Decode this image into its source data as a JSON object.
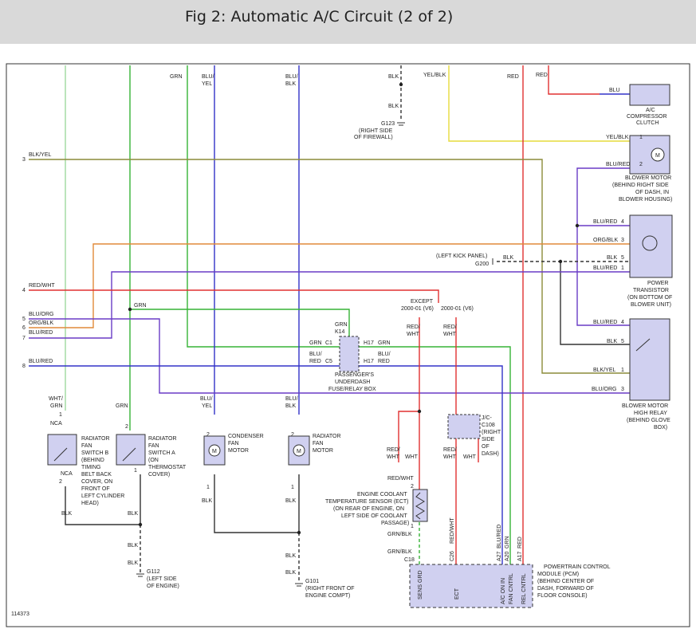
{
  "header": {
    "title": "Fig 2: Automatic A/C Circuit (2 of 2)"
  },
  "colors": {
    "green": "#36b436",
    "blue": "#3232c8",
    "violet": "#6a3cc6",
    "red": "#e03030",
    "yellow": "#e6dc3c",
    "olive": "#8c8c3a",
    "orange": "#e08a3a",
    "black": "#333333",
    "component_fill": "#d0d0f0"
  },
  "labels": {
    "grn_top": "GRN",
    "blu_yel_top_1": "BLU/",
    "blu_yel_top_2": "YEL",
    "blu_blk_top_1": "BLU/",
    "blu_blk_top_2": "BLK",
    "blk_g123_a": "BLK",
    "blk_g123_b": "BLK",
    "g123": "G123",
    "g123_loc_1": "(RIGHT SIDE",
    "g123_loc_2": "OF FIREWALL)",
    "yel_blk_top": "YEL/BLK",
    "red_top_1": "RED",
    "red_top_2": "RED",
    "blu_clutch": "BLU",
    "clutch_1": "A/C",
    "clutch_2": "COMPRESSOR",
    "clutch_3": "CLUTCH",
    "blk_yel_3": "BLK/YEL",
    "yel_blk_bm": "YEL/BLK",
    "blu_red_bm": "BLU/RED",
    "bm_1": "BLOWER MOTOR",
    "bm_2": "(BEHIND RIGHT SIDE",
    "bm_3": "OF DASH, IN",
    "bm_4": "BLOWER HOUSING)",
    "pt_blu_red_4": "BLU/RED",
    "pt_org_blk_3": "ORG/BLK",
    "pt_blk_5": "BLK",
    "pt_blu_red_1": "BLU/RED",
    "left_kick": "(LEFT KICK PANEL)",
    "g200": "G200",
    "blk_g200": "BLK",
    "pt_1": "POWER",
    "pt_2": "TRANSISTOR",
    "pt_3": "(ON BOTTOM OF",
    "pt_4": "BLOWER UNIT)",
    "red_wht_4": "RED/WHT",
    "grn_mid": "GRN",
    "except_1": "EXCEPT",
    "except_2": "2000-01 (V6)",
    "v6": "2000-01 (V6)",
    "blu_org_5": "BLU/ORG",
    "org_blk_6": "ORG/BLK",
    "blu_red_7": "BLU/RED",
    "blu_red_8": "BLU/RED",
    "grn_k14": "GRN",
    "k14": "K14",
    "red_wht_l_1": "RED/",
    "red_wht_l_2": "WHT",
    "red_wht_r_1": "RED/",
    "red_wht_r_2": "WHT",
    "grn_c1": "GRN",
    "c1": "C1",
    "h17": "H17",
    "grn_h17": "GRN",
    "blu_c5_1": "BLU/",
    "blu_c5_2": "RED",
    "c5": "C5",
    "h17b": "H17",
    "blu_h17_1": "BLU/",
    "blu_h17_2": "RED",
    "fb_1": "PASSENGER'S",
    "fb_2": "UNDERDASH",
    "fb_3": "FUSE/RELAY BOX",
    "hr_blu_red_4": "BLU/RED",
    "hr_blk_5": "BLK",
    "hr_blk_yel_1": "BLK/YEL",
    "hr_blu_org_3": "BLU/ORG",
    "hr_1": "BLOWER MOTOR",
    "hr_2": "HIGH RELAY",
    "hr_3": "(BEHIND GLOVE",
    "hr_4": "BOX)",
    "wht_grn_1": "WHT/",
    "wht_grn_2": "GRN",
    "nca_top": "NCA",
    "nca_bot": "NCA",
    "rfb_1": "RADIATOR",
    "rfb_2": "FAN",
    "rfb_3": "SWITCH B",
    "rfb_4": "(BEHIND",
    "rfb_5": "TIMING",
    "rfb_6": "BELT BACK",
    "rfb_7": "COVER, ON",
    "rfb_8": "FRONT OF",
    "rfb_9": "LEFT CYLINDER",
    "rfb_10": "HEAD)",
    "grn_rfa": "GRN",
    "rfa_1": "RADIATOR",
    "rfa_2": "FAN",
    "rfa_3": "SWITCH A",
    "rfa_4": "(ON",
    "rfa_5": "THERMOSTAT",
    "rfa_6": "COVER)",
    "blu_yel_cf_1": "BLU/",
    "blu_yel_cf_2": "YEL",
    "cf_1": "CONDENSER",
    "cf_2": "FAN",
    "cf_3": "MOTOR",
    "blu_blk_rf_1": "BLU/",
    "blu_blk_rf_2": "BLK",
    "rf_1": "RADIATOR",
    "rf_2": "FAN",
    "rf_3": "MOTOR",
    "blk_a": "BLK",
    "blk_b": "BLK",
    "blk_c": "BLK",
    "blk_d": "BLK",
    "blk_e": "BLK",
    "blk_f": "BLK",
    "blk_g": "BLK",
    "blk_h": "BLK",
    "g112": "G112",
    "g112_1": "(LEFT SIDE",
    "g112_2": "OF ENGINE)",
    "g101": "G101",
    "g101_1": "(RIGHT FRONT OF",
    "g101_2": "ENGINE COMPT)",
    "jc_1": "J/C-",
    "jc_2": "C108",
    "jc_3": "(RIGHT",
    "jc_4": "SIDE",
    "jc_5": "OF",
    "jc_6": "DASH)",
    "rw_a1": "RED/",
    "rw_a2": "WHT",
    "rw_b": "WHT",
    "rw_c1": "RED/",
    "rw_c2": "WHT",
    "rw_d": "WHT",
    "red_wht_ect": "RED/WHT",
    "ect_1": "ENGINE COOLANT",
    "ect_2": "TEMPERATURE SENSOR (ECT)",
    "ect_3": "(ON REAR OF ENGINE, ON",
    "ect_4": "LEFT SIDE OF COOLANT",
    "ect_5": "PASSAGE)",
    "grn_blk_1": "GRN/BLK",
    "grn_blk_2": "GRN/BLK",
    "c18": "C18",
    "c26": "C26",
    "red_wht_c26": "RED/WHT",
    "a27": "A27",
    "a20": "A20",
    "a17": "A17",
    "blu_red_pcm": "BLU/RED",
    "grn_pcm": "GRN",
    "red_pcm": "RED",
    "sens_grd": "SENS GRD",
    "ect_pin": "ECT",
    "ac_on": "A/C ON IN",
    "fan_cntrl": "FAN CNTRL",
    "rel_cntrl": "REL CNTRL",
    "pcm_1": "POWERTRAIN CONTROL",
    "pcm_2": "MODULE (PCM)",
    "pcm_3": "(BEHIND CENTER OF",
    "pcm_4": "DASH, FORWARD OF",
    "pcm_5": "FLOOR CONSOLE)",
    "figure_id": "114373"
  },
  "pins": {
    "p3": "3",
    "p4": "4",
    "p5": "5",
    "p6": "6",
    "p7": "7",
    "p8": "8",
    "bm1": "1",
    "bm2": "2",
    "pt4": "4",
    "pt3": "3",
    "pt5": "5",
    "pt1": "1",
    "hr4": "4",
    "hr5": "5",
    "hr1": "1",
    "hr3": "3",
    "rfb1": "1",
    "rfb2": "2",
    "rfa2": "2",
    "rfa1": "1",
    "cf2": "2",
    "cf1": "1",
    "rf2": "2",
    "rf1": "1",
    "ect2": "2",
    "ect1": "1"
  }
}
